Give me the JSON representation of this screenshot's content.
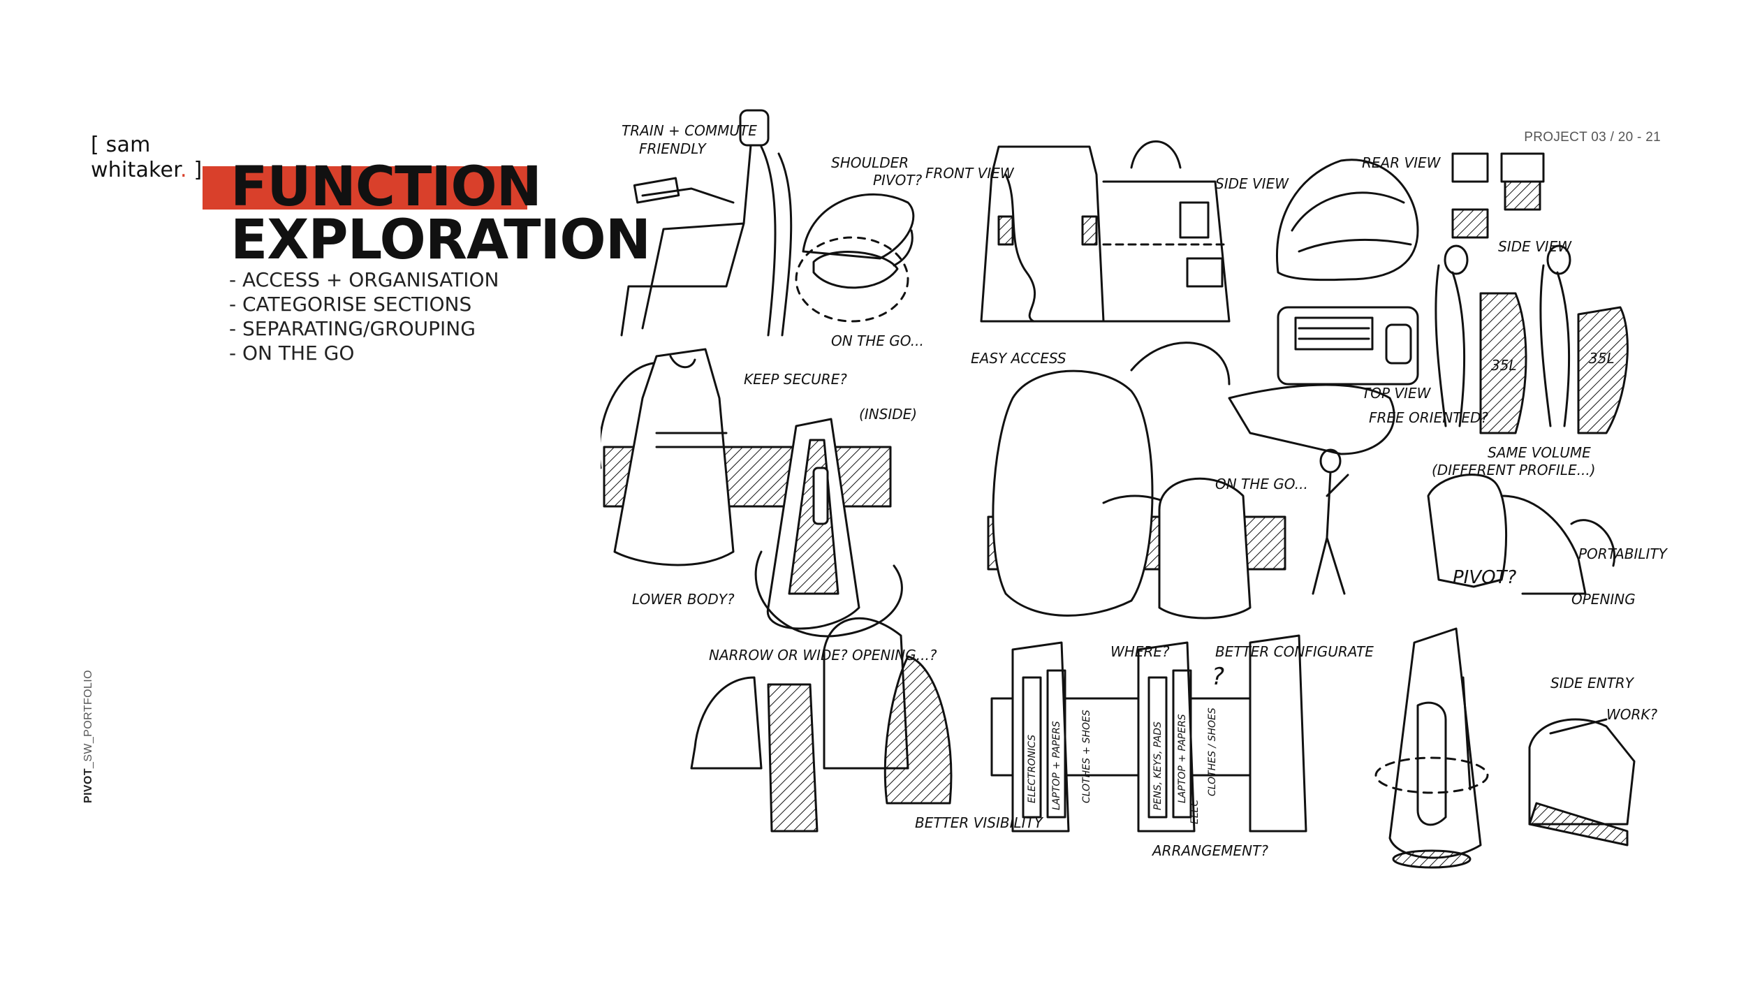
{
  "logo": {
    "line1": "sam",
    "line2": "whitaker",
    "open_bracket": "[",
    "close_bracket": "]",
    "dot": "."
  },
  "title": {
    "line1": "FUNCTION",
    "line2": "EXPLORATION"
  },
  "bullets": [
    "- ACCESS + ORGANISATION",
    "- CATEGORISE SECTIONS",
    "- SEPARATING/GROUPING",
    "- ON THE GO"
  ],
  "project_label": "PROJECT 03 / 20 - 21",
  "side_label": {
    "bold": "PIVOT",
    "rest": "_SW_PORTFOLIO"
  },
  "sketch_notes": {
    "train": "TRAIN + COMMUTE",
    "friendly": "FRIENDLY",
    "shoulder": "SHOULDER",
    "pivot": "PIVOT?",
    "on_the_go_1": "ON THE GO...",
    "front_view": "FRONT VIEW",
    "side_view": "SIDE VIEW",
    "side_view_2": "SIDE VIEW",
    "rear_view": "REAR VIEW",
    "keep_secure": "KEEP SECURE?",
    "inside": "(INSIDE)",
    "easy_access": "EASY ACCESS",
    "top_view": "TOP VIEW",
    "free_oriented": "FREE ORIENTED?",
    "on_the_go_2": "ON THE GO...",
    "same_volume": "SAME VOLUME",
    "different_profile": "(DIFFERENT PROFILE...)",
    "vol_35_a": "35L",
    "vol_35_b": "35L",
    "lower_body": "LOWER BODY?",
    "narrow_wide": "NARROW OR WIDE? OPENING...?",
    "better_visibility": "BETTER VISIBILITY",
    "where": "WHERE?",
    "better_config": "BETTER CONFIGURATE",
    "question": "?",
    "arrangement": "ARRANGEMENT?",
    "pivot_2": "PIVOT?",
    "portability": "PORTABILITY",
    "opening": "OPENING",
    "side_entry": "SIDE ENTRY",
    "work": "WORK?",
    "electronics": "ELECTRONICS",
    "laptop_papers": "LAPTOP + PAPERS",
    "clothes_shoes": "CLOTHES + SHOES",
    "pens_keys": "PENS, KEYS, PADS",
    "laptop_papers_2": "LAPTOP + PAPERS",
    "clothes_shoes_2": "CLOTHES / SHOES",
    "elec": "ELEC"
  },
  "colors": {
    "accent": "#d9402b",
    "ink": "#111111"
  }
}
